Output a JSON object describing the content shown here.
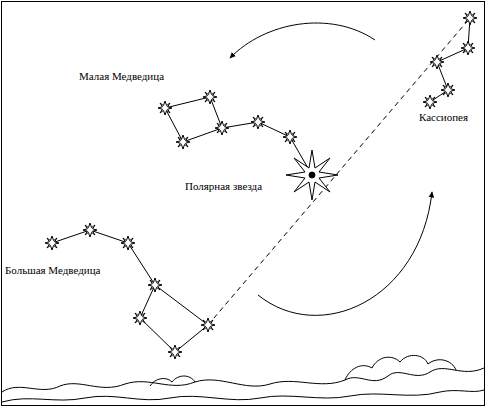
{
  "diagram": {
    "labels": [
      "Малая Медведица",
      "Полярная звезда",
      "Кассиопея",
      "Большая Медведица"
    ]
  }
}
